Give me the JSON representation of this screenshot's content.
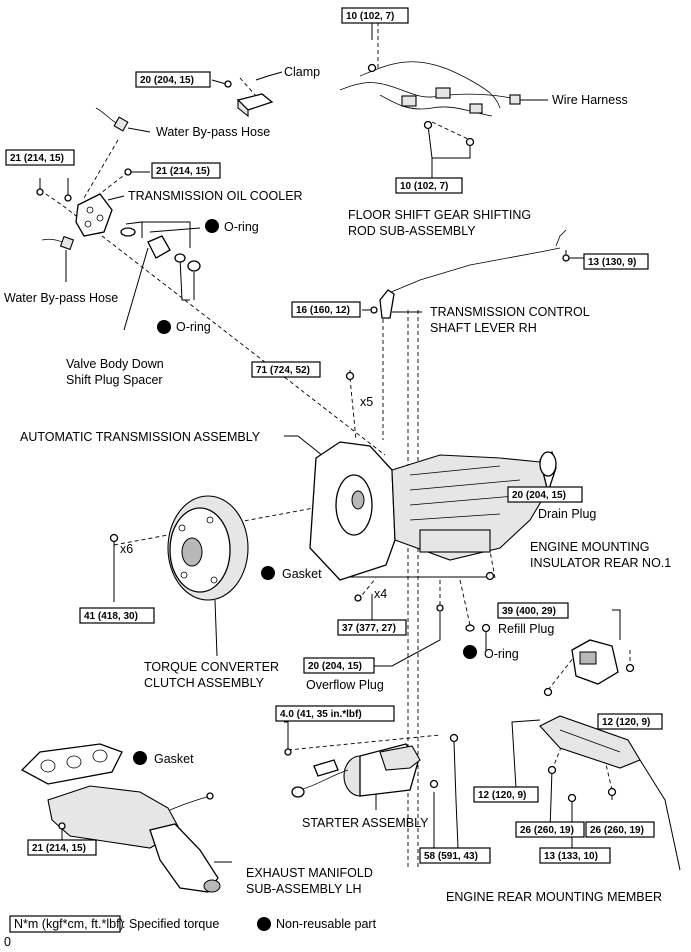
{
  "labels": {
    "clamp": "Clamp",
    "wire_harness": "Wire Harness",
    "water_bypass_hose_top": "Water By-pass Hose",
    "water_bypass_hose_left": "Water By-pass Hose",
    "transmission_oil_cooler": "TRANSMISSION OIL COOLER",
    "oring_1": "O-ring",
    "oring_2": "O-ring",
    "oring_3": "O-ring",
    "floor_shift_1": "FLOOR SHIFT GEAR SHIFTING",
    "floor_shift_2": "ROD SUB-ASSEMBLY",
    "tcsl_1": "TRANSMISSION CONTROL",
    "tcsl_2": "SHAFT LEVER RH",
    "valve_body_1": "Valve Body Down",
    "valve_body_2": "Shift Plug Spacer",
    "x5": "x5",
    "x6": "x6",
    "x4": "x4",
    "auto_trans": "AUTOMATIC TRANSMISSION ASSEMBLY",
    "drain_plug": "Drain Plug",
    "engine_mount_1": "ENGINE MOUNTING",
    "engine_mount_2": "INSULATOR REAR NO.1",
    "gasket_1": "Gasket",
    "gasket_2": "Gasket",
    "refill_plug": "Refill Plug",
    "torque_conv_1": "TORQUE CONVERTER",
    "torque_conv_2": "CLUTCH ASSEMBLY",
    "overflow_plug": "Overflow Plug",
    "starter": "STARTER ASSEMBLY",
    "exhaust_1": "EXHAUST MANIFOLD",
    "exhaust_2": "SUB-ASSEMBLY LH",
    "engine_rear_member": "ENGINE REAR MOUNTING MEMBER"
  },
  "torques": {
    "t_10a": "10 (102, 7)",
    "t_20_clamp": "20 (204, 15)",
    "t_10b": "10 (102, 7)",
    "t_21a": "21 (214, 15)",
    "t_21b": "21 (214, 15)",
    "t_13a": "13 (130, 9)",
    "t_16": "16 (160, 12)",
    "t_71": "71 (724, 52)",
    "t_20_drain": "20 (204, 15)",
    "t_39": "39 (400, 29)",
    "t_41": "41 (418, 30)",
    "t_37": "37 (377, 27)",
    "t_20_overflow": "20 (204, 15)",
    "t_4": "4.0 (41, 35 in.*lbf)",
    "t_12a": "12 (120, 9)",
    "t_12b": "12 (120, 9)",
    "t_26a": "26 (260, 19)",
    "t_26b": "26 (260, 19)",
    "t_13b": "13 (133, 10)",
    "t_21c": "21 (214, 15)",
    "t_58": "58 (591, 43)"
  },
  "legend": {
    "torque_unit": "N*m (kgf*cm, ft.*lbf)",
    "torque_text": ": Specified torque",
    "nonreusable_text": "Non-reusable part"
  },
  "footer": {
    "figure_code": "0"
  }
}
